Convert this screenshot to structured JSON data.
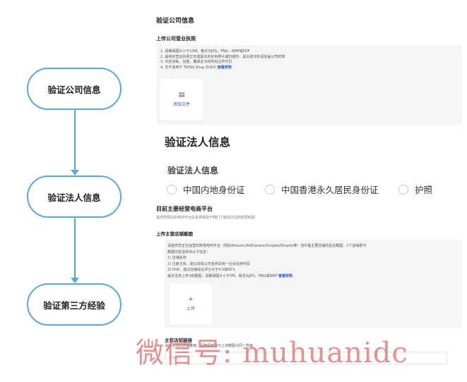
{
  "flow": {
    "steps": [
      "验证公司信息",
      "验证法人信息",
      "验证第三方经验"
    ],
    "accent_color": "#5aa7e0"
  },
  "company": {
    "title": "验证公司信息",
    "license_title": "上传公司营业执照",
    "notes": [
      "1. 请确保图片小于10M。格式为JPG、PNG、BMP或PDF",
      "2. 最新的营业执照正本或副本的彩色照片或扫描件，黑白复印件请加盖公司鲜章",
      "3. 内容清晰、完整，确保证书的所有边界可见",
      "4. 无不适用于 TikTok Shop 的水印"
    ],
    "notes_link": "查看样例",
    "upload_label": "添加文件"
  },
  "legal": {
    "heading": "验证法人信息",
    "subheading": "验证法人信息",
    "options": [
      "中国内地身份证",
      "中国香港永久居民身份证",
      "护照"
    ]
  },
  "platform": {
    "title": "目前主要经营电商平台",
    "desc": "提供您现在的电商平台信息将有助于我们了解您过往的经营经验",
    "screens_title": "上传主营店铺截图",
    "notes": [
      "请提供您正在运营的跨境电商平台（例如Amazon/AliExpress/Shopee/Shopify等）当中最主要店铺的后台截图，1个店铺即可",
      "截图内容请体现以下信息：",
      "1) 店铺名称",
      "2) 注册主体，建议体现公司名称及统一社会信用代码",
      "3) DSR，建议店铺综合评分大于4.5或95%",
      "最多支持上传3张截图，请确保图片小于5M，格式为JPG、PNG或BMP"
    ],
    "notes_link": "查看样例",
    "upload_plus": "+",
    "upload_label": "上传"
  },
  "store": {
    "title": "主营店铺链接",
    "desc": "请提供您的店铺链接，请确保链接与上述截图为同一界面",
    "placeholder": "https://"
  },
  "watermark": "微信号: muhuanidc"
}
